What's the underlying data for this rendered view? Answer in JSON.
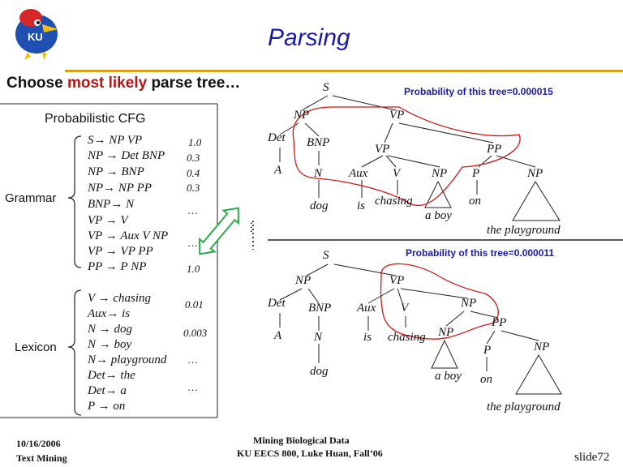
{
  "title": "Parsing",
  "subtitle": {
    "prefix": "Choose ",
    "highlight": "most likely",
    "suffix": " parse tree…"
  },
  "pcfg_heading": "Probabilistic CFG",
  "grammar_label": "Grammar",
  "lexicon_label": "Lexicon",
  "grammar_rules": [
    "S→ NP VP",
    "NP → Det BNP",
    "NP → BNP",
    "NP→ NP PP",
    "BNP→ N",
    "VP → V",
    "VP → Aux V NP",
    "VP → VP PP",
    "PP → P NP"
  ],
  "grammar_probs": [
    "1.0",
    "0.3",
    "0.4",
    "0.3",
    "…",
    "…",
    "1.0"
  ],
  "lexicon_rules": [
    "V → chasing",
    "Aux→ is",
    "N → dog",
    "N → boy",
    "N→ playground",
    "Det→ the",
    "Det→ a",
    "P → on"
  ],
  "lexicon_probs": [
    "0.01",
    "0.003",
    "…",
    "…"
  ],
  "tree1_prob": "Probability of this tree=0.000015",
  "tree2_prob": "Probability of this tree=0.000011",
  "vertical_ellipsis": "…",
  "tree1": {
    "S": "S",
    "NP": "NP",
    "VP": "VP",
    "Det": "Det",
    "BNP": "BNP",
    "VP2": "VP",
    "PP": "PP",
    "A": "A",
    "N": "N",
    "Aux": "Aux",
    "V": "V",
    "NP2": "NP",
    "P": "P",
    "NP3": "NP",
    "dog": "dog",
    "is": "is",
    "chasing": "chasing",
    "on": "on",
    "aboy": "a boy",
    "playground": "the playground"
  },
  "tree2": {
    "S": "S",
    "NP": "NP",
    "VP": "VP",
    "Det": "Det",
    "BNP": "BNP",
    "Aux": "Aux",
    "V": "V",
    "NP2": "NP",
    "A": "A",
    "N": "N",
    "is": "is",
    "chasing": "chasing",
    "NP3": "NP",
    "PP": "PP",
    "dog": "dog",
    "P": "P",
    "NP4": "NP",
    "aboy": "a boy",
    "on": "on",
    "playground": "the playground"
  },
  "footer": {
    "date": "10/16/2006",
    "course": "Text Mining",
    "center1": "Mining Biological Data",
    "center2": "KU EECS 800, Luke Huan, Fall’06",
    "slide": "slide72"
  },
  "logo_text": "KU",
  "colors": {
    "title": "#1a1aa8",
    "highlight": "#b01818",
    "rule": "#d9a21a",
    "curve": "#c81818",
    "arrow": "#2aa84a"
  }
}
